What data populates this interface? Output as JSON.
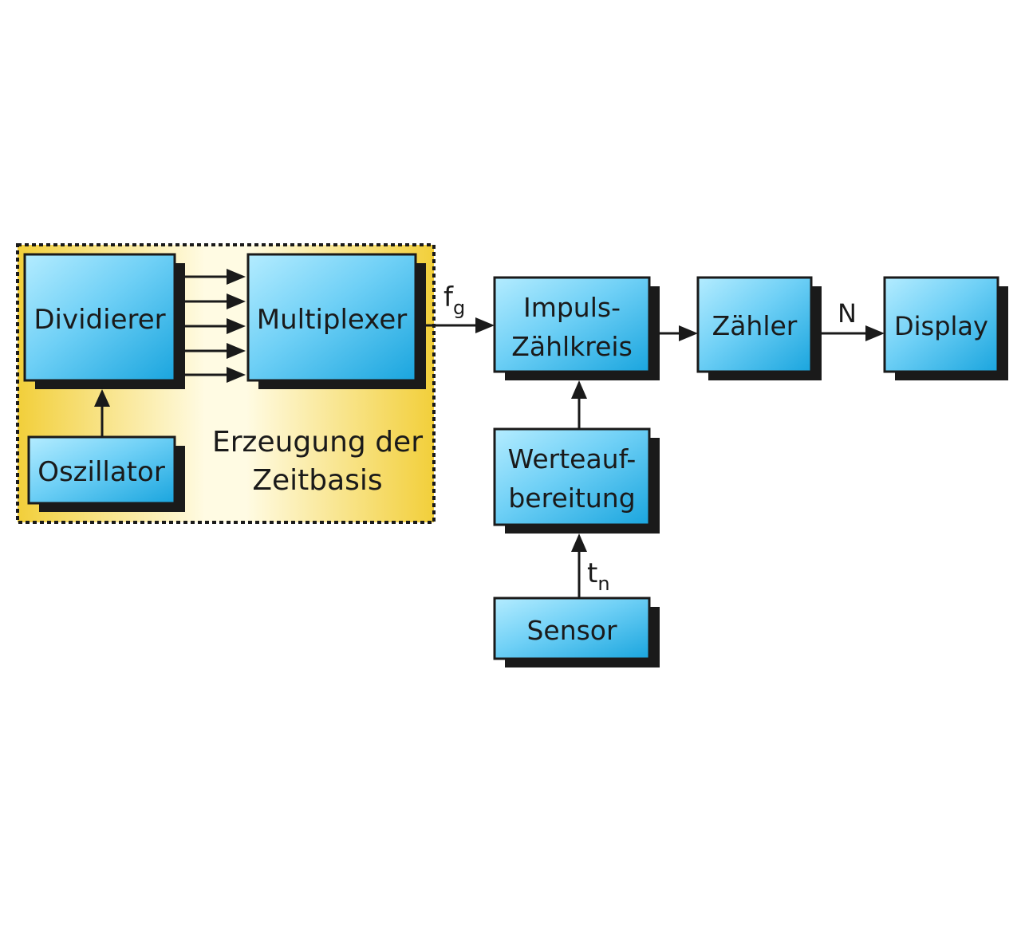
{
  "group": {
    "label_line1": "Erzeugung der",
    "label_line2": "Zeitbasis"
  },
  "blocks": {
    "dividierer": "Dividierer",
    "multiplexer": "Multiplexer",
    "oszillator": "Oszillator",
    "impuls_line1": "Impuls-",
    "impuls_line2": "Zählkreis",
    "zaehler": "Zähler",
    "display": "Display",
    "werte_line1": "Werteauf-",
    "werte_line2": "bereitung",
    "sensor": "Sensor"
  },
  "signals": {
    "fg_main": "f",
    "fg_sub": "g",
    "n": "N",
    "tn_main": "t",
    "tn_sub": "n"
  },
  "colors": {
    "block_light": "#9fe3ff",
    "block_dark": "#1aa5de",
    "group_center": "#fffbe0",
    "group_edge": "#f2cf3a",
    "ink": "#1a1a1a"
  }
}
